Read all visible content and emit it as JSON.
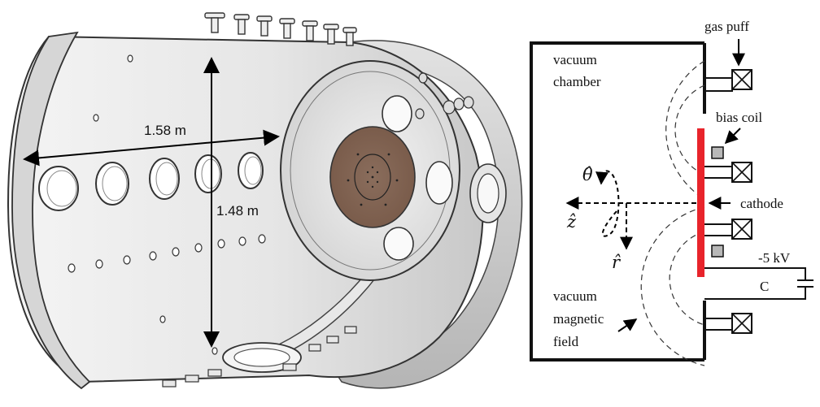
{
  "left_panel": {
    "dimension_width": "1.58 m",
    "dimension_height": "1.48 m"
  },
  "right_panel": {
    "labels": {
      "gas_puff": "gas puff",
      "vacuum_chamber_line1": "vacuum",
      "vacuum_chamber_line2": "chamber",
      "bias_coil": "bias coil",
      "theta": "θ̂",
      "cathode": "cathode",
      "z": "ẑ",
      "r": "r̂",
      "voltage": "-5 kV",
      "capacitor": "C",
      "vacuum_field_line1": "vacuum",
      "vacuum_field_line2": "magnetic",
      "vacuum_field_line3": "field"
    },
    "colors": {
      "cathode": "#e8242b",
      "bias_coil": "#b8b8b8",
      "frame": "#111111"
    }
  }
}
